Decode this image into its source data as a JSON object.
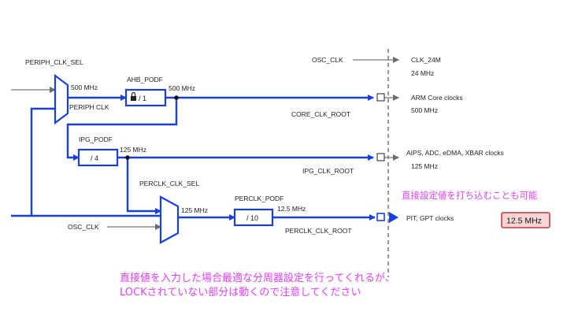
{
  "labels": {
    "periph_clk_sel": "PERIPH_CLK_SEL",
    "periph_mux_freq": "500 MHz",
    "periph_clk": "PERIPH CLK",
    "ahb_podf": "AHB_PODF",
    "ahb_div": "/ 1",
    "ahb_out_freq": "500 MHz",
    "osc_clk_top": "OSC_CLK",
    "clk_24m": "CLK_24M",
    "clk_24m_freq": "24 MHz",
    "arm_core_clocks": "ARM Core clocks",
    "arm_core_freq": "500 MHz",
    "core_clk_root": "CORE_CLK_ROOT",
    "ipg_podf": "IPG_PODF",
    "ipg_div": "/ 4",
    "ipg_out_freq": "125 MHz",
    "aips_clocks": "AIPS, ADC, eDMA, XBAR clocks",
    "aips_freq": "125 MHz",
    "ipg_clk_root": "IPG_CLK_ROOT",
    "perclk_clk_sel": "PERCLK_CLK_SEL",
    "perclk_mux_freq": "125 MHz",
    "perclk_podf": "PERCLK_PODF",
    "perclk_div": "/ 10",
    "perclk_out_freq": "12.5 MHz",
    "pit_gpt_clocks": "PIT, GPT clocks",
    "perclk_clk_root": "PERCLK_CLK_ROOT",
    "osc_clk_bottom": "OSC_CLK"
  },
  "notes": {
    "direct_set": "直接設定値を打ち込むことも可能",
    "line1": "直接値を入力した場合最適な分周器設定を行ってくれるが、",
    "line2": "LOCKされていない部分は動くので注意してください"
  },
  "frequency_input": {
    "value": "12.5 MHz"
  },
  "colors": {
    "wire": "#1a3fe0",
    "annotation": "#e040fb",
    "input_border": "#c9505a",
    "input_fill": "#f7d5d5"
  },
  "icons": {
    "lock": "lock-icon"
  }
}
